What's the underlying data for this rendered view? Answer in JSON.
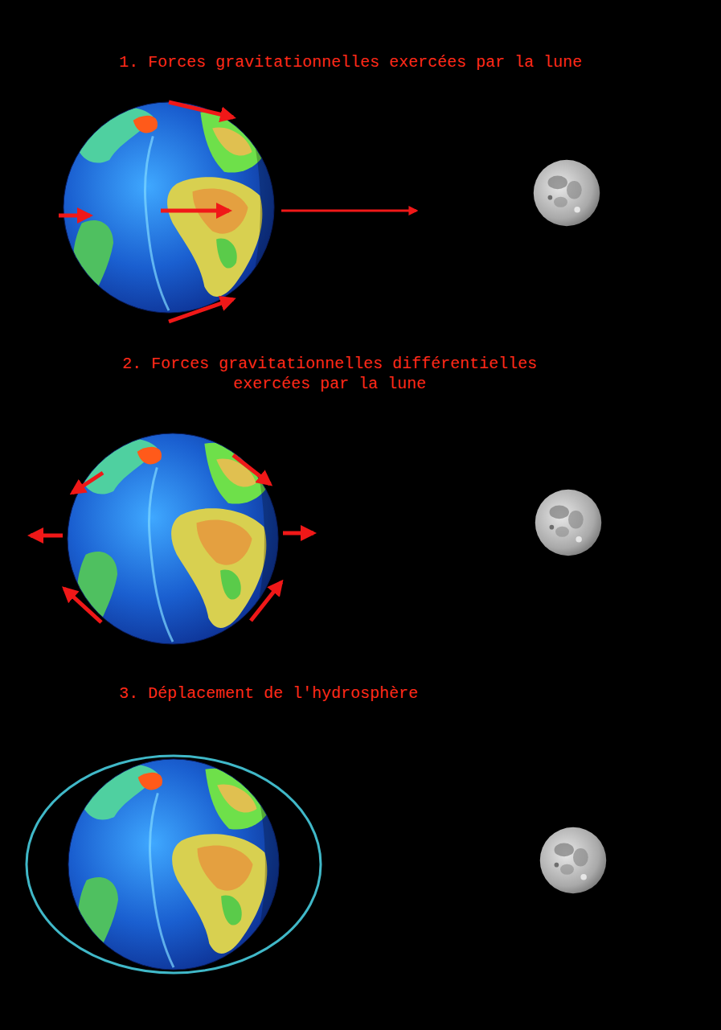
{
  "diagram": {
    "labels": [
      "1. Forces gravitationnelles exercées par la lune",
      "2. Forces gravitationnelles différentielles exercées par la lune",
      "3. Déplacement de l'hydrosphère"
    ]
  }
}
